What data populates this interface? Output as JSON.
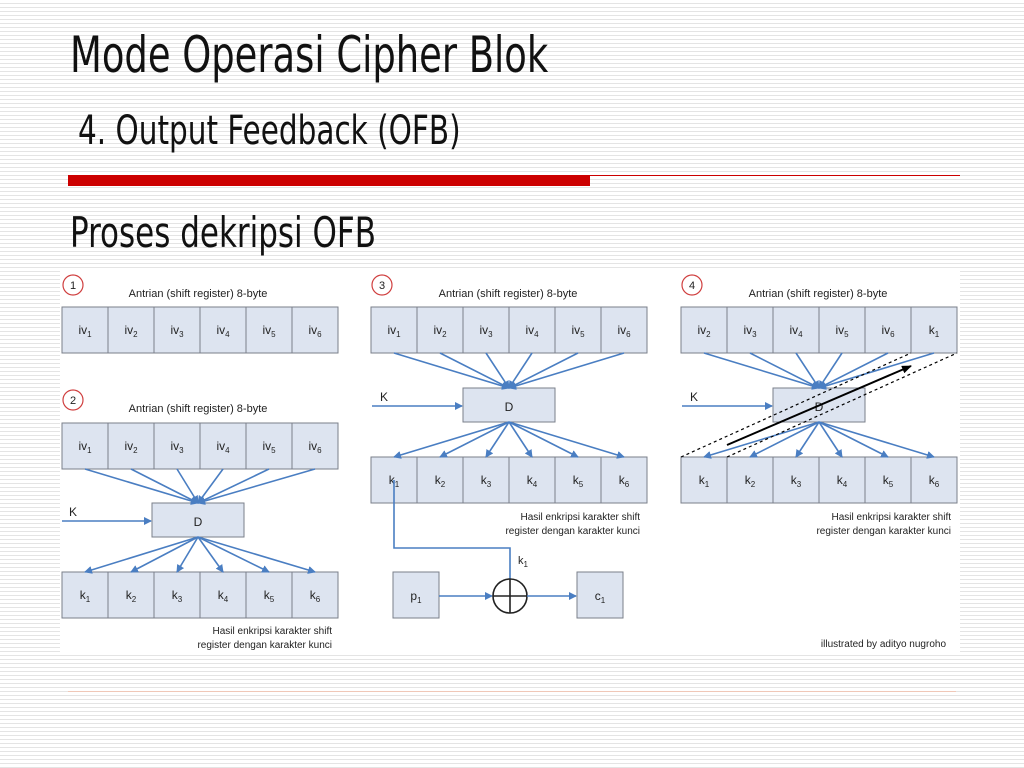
{
  "slide": {
    "title": "Mode Operasi Cipher Blok",
    "subtitle": "4. Output Feedback (OFB)",
    "section": "Proses dekripsi OFB"
  },
  "colors": {
    "accent": "#cc0000",
    "arrow": "#4a7ec2",
    "box_fill": "#dde4f0",
    "box_stroke": "#7a7f8a"
  },
  "diagram": {
    "shift_register_label": "Antrian (shift register) 8-byte",
    "key_label": "K",
    "decrypt_label": "D",
    "result_caption_line1": "Hasil enkripsi karakter shift",
    "result_caption_line2": "register dengan karakter kunci",
    "credit": "illustrated by adityo nugroho",
    "panels": [
      {
        "number": "1",
        "register": [
          [
            "iv",
            "1"
          ],
          [
            "iv",
            "2"
          ],
          [
            "iv",
            "3"
          ],
          [
            "iv",
            "4"
          ],
          [
            "iv",
            "5"
          ],
          [
            "iv",
            "6"
          ]
        ],
        "keys": []
      },
      {
        "number": "2",
        "register": [
          [
            "iv",
            "1"
          ],
          [
            "iv",
            "2"
          ],
          [
            "iv",
            "3"
          ],
          [
            "iv",
            "4"
          ],
          [
            "iv",
            "5"
          ],
          [
            "iv",
            "6"
          ]
        ],
        "keys": [
          [
            "k",
            "1"
          ],
          [
            "k",
            "2"
          ],
          [
            "k",
            "3"
          ],
          [
            "k",
            "4"
          ],
          [
            "k",
            "5"
          ],
          [
            "k",
            "6"
          ]
        ]
      },
      {
        "number": "3",
        "register": [
          [
            "iv",
            "1"
          ],
          [
            "iv",
            "2"
          ],
          [
            "iv",
            "3"
          ],
          [
            "iv",
            "4"
          ],
          [
            "iv",
            "5"
          ],
          [
            "iv",
            "6"
          ]
        ],
        "keys": [
          [
            "k",
            "1"
          ],
          [
            "k",
            "2"
          ],
          [
            "k",
            "3"
          ],
          [
            "k",
            "4"
          ],
          [
            "k",
            "5"
          ],
          [
            "k",
            "6"
          ]
        ],
        "feedback_label": [
          "k",
          "1"
        ],
        "plain": [
          "p",
          "1"
        ],
        "cipher": [
          "c",
          "1"
        ]
      },
      {
        "number": "4",
        "register": [
          [
            "iv",
            "2"
          ],
          [
            "iv",
            "3"
          ],
          [
            "iv",
            "4"
          ],
          [
            "iv",
            "5"
          ],
          [
            "iv",
            "6"
          ],
          [
            "k",
            "1"
          ]
        ],
        "keys": [
          [
            "k",
            "1"
          ],
          [
            "k",
            "2"
          ],
          [
            "k",
            "3"
          ],
          [
            "k",
            "4"
          ],
          [
            "k",
            "5"
          ],
          [
            "k",
            "6"
          ]
        ]
      }
    ]
  }
}
